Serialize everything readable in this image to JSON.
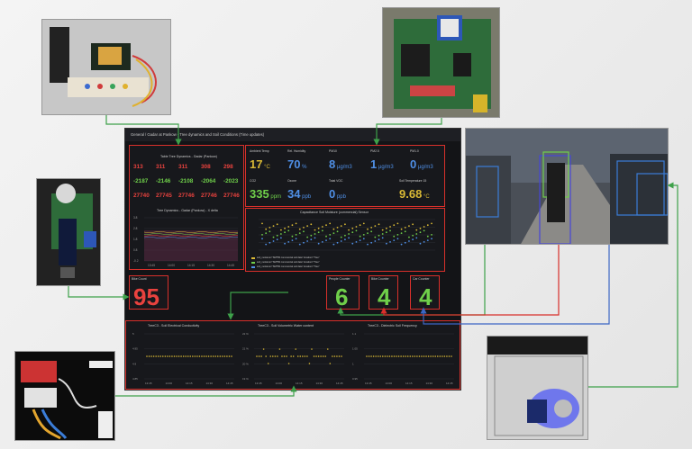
{
  "dashboard": {
    "breadcrumb": "General / Gadar at Pankow - Tree dynamics and Soil Conditions (Time updates)",
    "temp_table": {
      "title": "Table Tree Dynamics - Gadar (Pankow)",
      "row1": [
        "313",
        "311",
        "311",
        "308",
        "298"
      ],
      "row2": [
        "-2187",
        "-2146",
        "-2108",
        "-2064",
        "-2023"
      ],
      "row3": [
        "27740",
        "27745",
        "27746",
        "27746",
        "27746"
      ],
      "colors": {
        "row1": "#e8423e",
        "row2": "#6fcf4a",
        "row3": "#e8423e"
      }
    },
    "tree_chart": {
      "title": "Tree Dynamics - Gadar (Pankow) - X delta",
      "yticks": [
        "3.8",
        "2.8",
        "1.8",
        "0.8",
        "-0.2"
      ],
      "xticks": [
        "13:45",
        "14:00",
        "14:15",
        "14:30",
        "14:45"
      ]
    },
    "bike_count": {
      "label": "Bike Count",
      "value": "95"
    },
    "air": {
      "ambient_temp": {
        "label": "Ambient Temp",
        "value": "17",
        "unit": "°C",
        "color": "#d9b935"
      },
      "rel_humidity": {
        "label": "Rel. Humidity",
        "value": "70",
        "unit": "%",
        "color": "#4f8fe6"
      },
      "pm10": {
        "label": "PM10",
        "value": "8",
        "unit": "µg/m3",
        "color": "#4f8fe6"
      },
      "pm25": {
        "label": "PM2.5",
        "value": "1",
        "unit": "µg/m3",
        "color": "#4f8fe6"
      },
      "pm1": {
        "label": "PM1.0",
        "value": "0",
        "unit": "µg/m3",
        "color": "#4f8fe6"
      },
      "co2": {
        "label": "CO2",
        "value": "335",
        "unit": "ppm",
        "color": "#6fcf4a"
      },
      "ozone": {
        "label": "Ozone",
        "value": "34",
        "unit": "ppb",
        "color": "#4f8fe6"
      },
      "tvoc": {
        "label": "Total VOC",
        "value": "0",
        "unit": "ppb",
        "color": "#4f8fe6"
      },
      "soil_temp": {
        "label": "Soil Temperature 15",
        "value": "9.68",
        "unit": "°C",
        "color": "#d9b935"
      }
    },
    "soil_chart": {
      "title": "Capacitance Soil Moisture (commercial) Sensor",
      "legend": [
        "soil_moisture=\"SMT50 commercial soil data\" location=\"Tree\"",
        "soil_moisture=\"SMT50 commercial soil data\" location=\"Tree\"",
        "soil_moisture=\"SMT50 commercial soil data\" location=\"Tree\""
      ]
    },
    "counters": {
      "people": {
        "label": "People Counter",
        "value": "6",
        "color": "#6fcf4a"
      },
      "bike": {
        "label": "Bike Counter",
        "value": "4",
        "color": "#6fcf4a"
      },
      "car": {
        "label": "Car Counter",
        "value": "4",
        "color": "#6fcf4a"
      }
    },
    "bottom_charts": [
      {
        "title": "TreeC3 - Soil Electrical Conductivity",
        "yticks": [
          "5",
          "4.95",
          "4.9",
          "4.85"
        ]
      },
      {
        "title": "TreeC3 - Soil Volumetric Water content",
        "yticks": [
          "22 %",
          "21 %",
          "20 %",
          "19 %"
        ]
      },
      {
        "title": "TreeC3 - Dielectric Soil Frequency",
        "yticks": [
          "1.1",
          "1.05",
          "1",
          "0.95"
        ]
      }
    ],
    "bottom_xticks": [
      "13:45",
      "14:00",
      "14:15",
      "14:30",
      "14:45"
    ]
  },
  "colors": {
    "frame": "#d8302b",
    "connector_green": "#3ea14a",
    "connector_red": "#d8302b",
    "connector_blue": "#3b66c4"
  }
}
